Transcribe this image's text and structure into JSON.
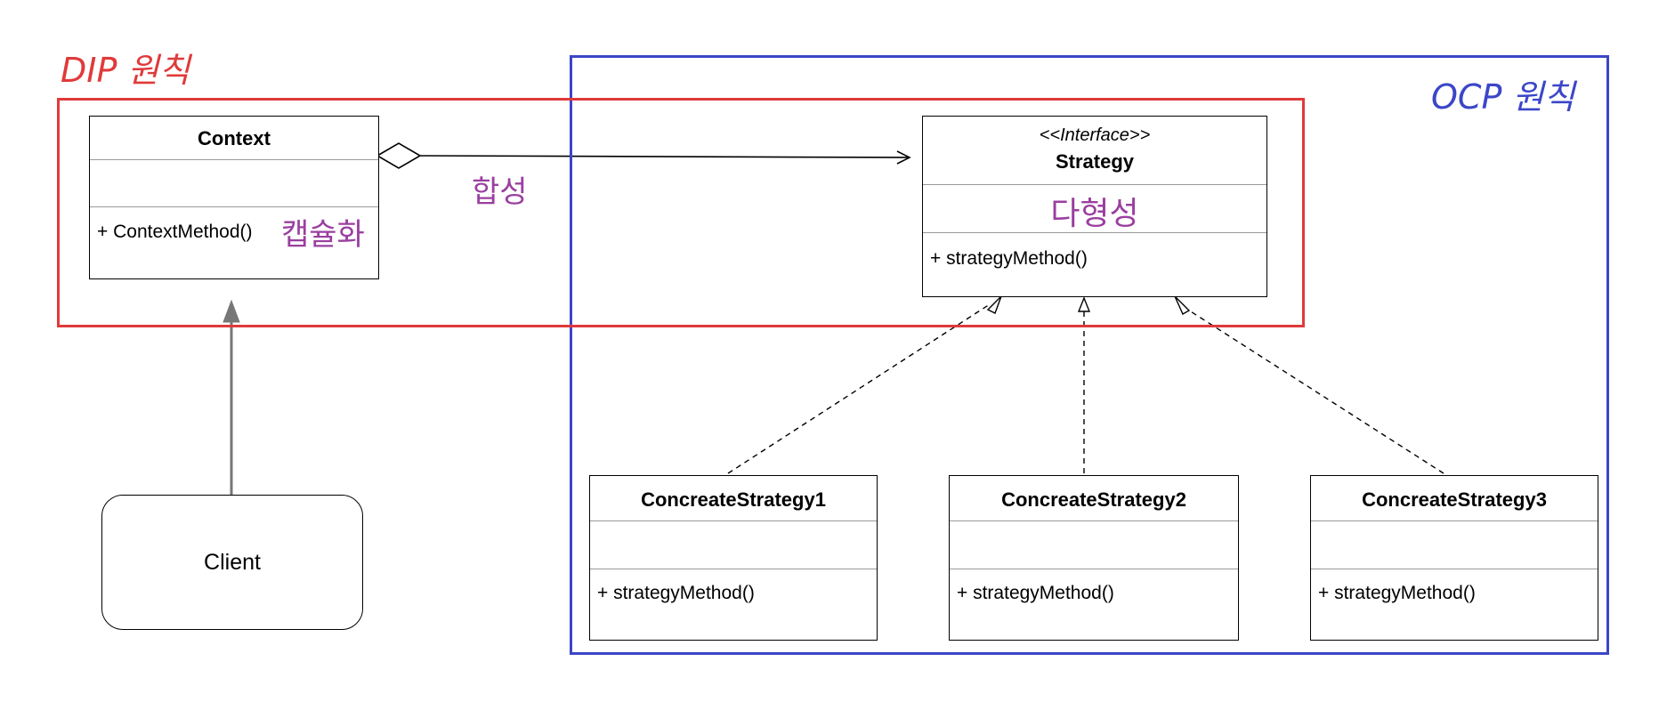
{
  "principles": {
    "dip_label": "DIP 원칙",
    "ocp_label": "OCP 원칙"
  },
  "context": {
    "name": "Context",
    "method": "+ ContextMethod()",
    "note": "캡슐화"
  },
  "composition_label": "합성",
  "strategy": {
    "stereotype": "<<Interface>>",
    "name": "Strategy",
    "note": "다형성",
    "method": "+ strategyMethod()"
  },
  "concrete": [
    {
      "name": "ConcreateStrategy1",
      "method": "+ strategyMethod()"
    },
    {
      "name": "ConcreateStrategy2",
      "method": "+ strategyMethod()"
    },
    {
      "name": "ConcreateStrategy3",
      "method": "+ strategyMethod()"
    }
  ],
  "client": {
    "name": "Client"
  },
  "colors": {
    "dip": "#e03a3a",
    "ocp": "#3b46c8",
    "annotation": "#9a3fa0"
  }
}
